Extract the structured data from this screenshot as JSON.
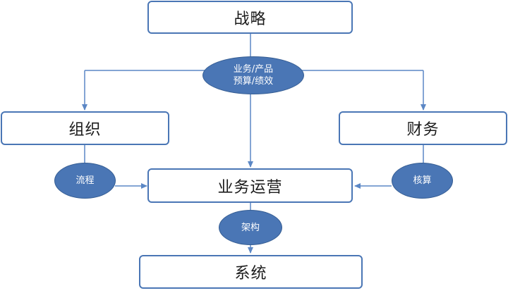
{
  "nodes": {
    "strategy": "战略",
    "organization": "组织",
    "finance": "财务",
    "operations": "业务运营",
    "system": "系统"
  },
  "labels": {
    "strategy_detail_1": "业务/产品",
    "strategy_detail_2": "预算/绩效",
    "process": "流程",
    "accounting": "核算",
    "architecture": "架构"
  },
  "colors": {
    "line": "#5b87c5",
    "ellipse_fill": "#4a76b5",
    "box_border": "#4a76b5"
  }
}
